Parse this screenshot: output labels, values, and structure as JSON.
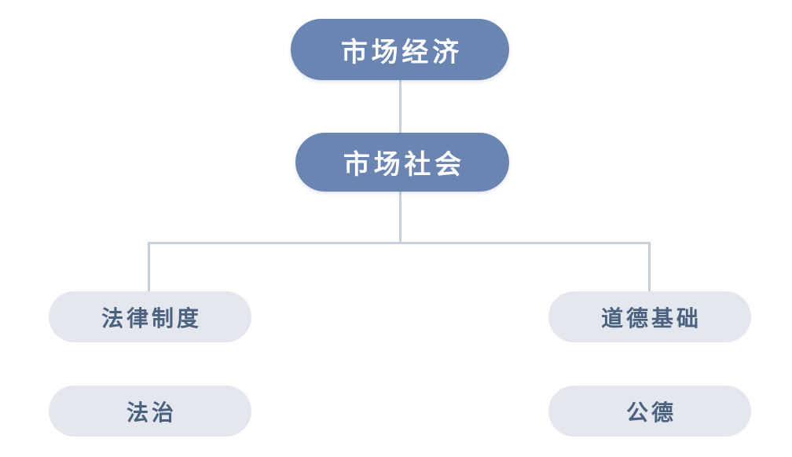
{
  "diagram": {
    "type": "hierarchy-flowchart",
    "orientation": "top-down",
    "colors": {
      "primary_fill": "#6b85b3",
      "primary_text": "#ffffff",
      "secondary_fill": "#e4e7ee",
      "secondary_text": "#4a6180",
      "connector": "#c5d2dc",
      "background": "#ffffff"
    },
    "nodes": {
      "market_economy": {
        "label": "市场经济",
        "level": 1,
        "style": "primary"
      },
      "market_society": {
        "label": "市场社会",
        "level": 2,
        "style": "primary"
      },
      "legal_system": {
        "label": "法律制度",
        "level": 3,
        "style": "secondary"
      },
      "moral_basis": {
        "label": "道德基础",
        "level": 3,
        "style": "secondary"
      },
      "rule_of_law": {
        "label": "法治",
        "level": 4,
        "style": "secondary"
      },
      "public_morality": {
        "label": "公德",
        "level": 4,
        "style": "secondary"
      }
    },
    "edges": [
      {
        "from": "market_economy",
        "to": "market_society",
        "shape": "vertical"
      },
      {
        "from": "market_society",
        "to": "legal_system",
        "shape": "elbow-left"
      },
      {
        "from": "market_society",
        "to": "moral_basis",
        "shape": "elbow-right"
      }
    ]
  }
}
